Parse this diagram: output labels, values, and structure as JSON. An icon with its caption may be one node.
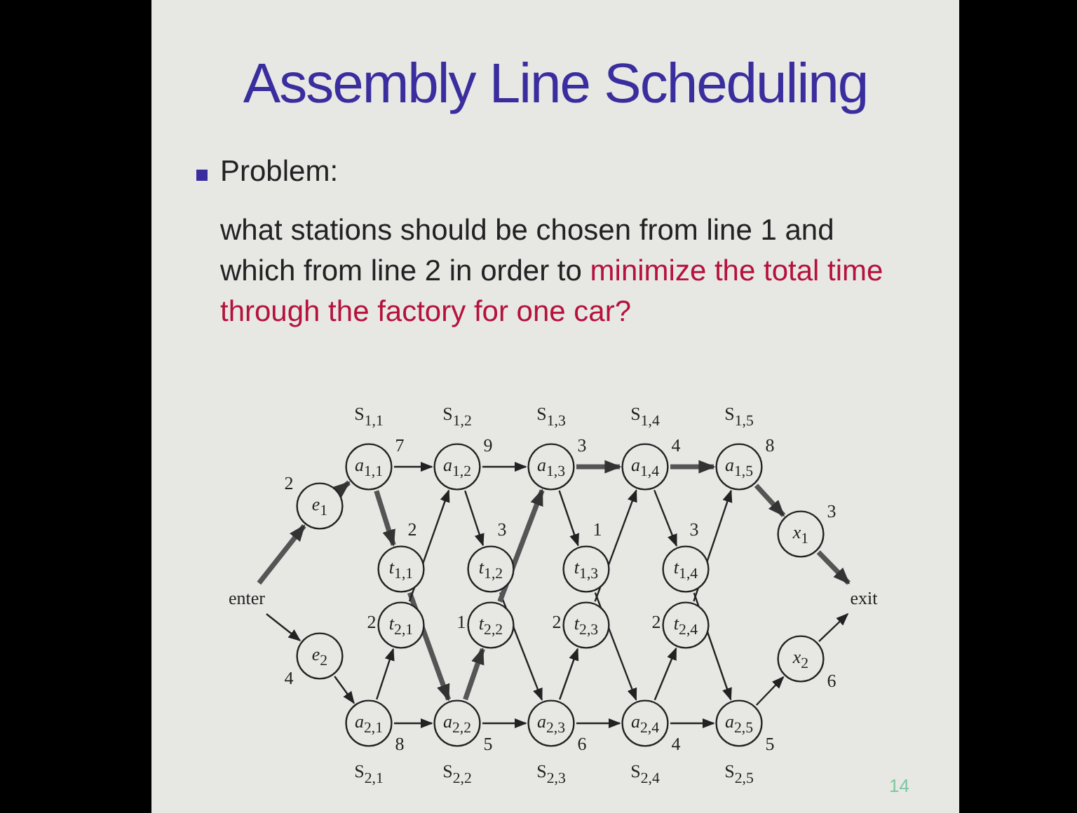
{
  "diagram": {
    "title": "Assembly Line Scheduling",
    "nodes": [
      {
        "text": [
          "enter"
        ]
      },
      {
        "text": [
          "*e*$_{1}$"
        ],
        "beside": [
          "2"
        ]
      },
      {
        "text": [
          "*e*$_{2}$"
        ],
        "beside": [
          "4"
        ]
      },
      {
        "text": [
          "*a*$_{1,1}$"
        ],
        "beside": [
          "S$_{1,1}$",
          "7"
        ]
      },
      {
        "text": [
          "*a*$_{2,1}$"
        ],
        "beside": [
          "S$_{2,1}$",
          "8"
        ]
      },
      {
        "text": [
          "*t*$_{1,1}$"
        ],
        "beside": [
          "2"
        ]
      },
      {
        "text": [
          "*t*$_{2,1}$"
        ],
        "beside": [
          "2"
        ]
      },
      {
        "text": [
          "*a*$_{1,2}$"
        ],
        "beside": [
          "S$_{1,2}$",
          "9"
        ]
      },
      {
        "text": [
          "*a*$_{2,2}$"
        ],
        "beside": [
          "S$_{2,2}$",
          "5"
        ]
      },
      {
        "text": [
          "*t*$_{1,2}$"
        ],
        "beside": [
          "3"
        ]
      },
      {
        "text": [
          "*t*$_{2,2}$"
        ],
        "beside": [
          "1"
        ]
      },
      {
        "text": [
          "*a*$_{1,3}$"
        ],
        "beside": [
          "S$_{1,3}$",
          "3"
        ]
      },
      {
        "text": [
          "*a*$_{2,3}$"
        ],
        "beside": [
          "S$_{2,3}$",
          "6"
        ]
      },
      {
        "text": [
          "*t*$_{1,3}$"
        ],
        "beside": [
          "1"
        ]
      },
      {
        "text": [
          "*t*$_{2,3}$"
        ],
        "beside": [
          "2"
        ]
      },
      {
        "text": [
          "*a*$_{1,4}$"
        ],
        "beside": [
          "S$_{1,4}$",
          "4"
        ]
      },
      {
        "text": [
          "*a*$_{2,4}$"
        ],
        "beside": [
          "S$_{2,4}$",
          "4"
        ]
      },
      {
        "text": [
          "*t*$_{1,4}$"
        ],
        "beside": [
          "3"
        ]
      },
      {
        "text": [
          "*t*$_{2,4}$"
        ],
        "beside": [
          "2"
        ]
      },
      {
        "text": [
          "*a*$_{1,5}$"
        ],
        "beside": [
          "S$_{1,5}$",
          "8"
        ]
      },
      {
        "text": [
          "*a*$_{2,5}$"
        ],
        "beside": [
          "S$_{2,5}$",
          "5"
        ]
      },
      {
        "text": [
          "*x*$_{1}$"
        ],
        "beside": [
          "3"
        ]
      },
      {
        "text": [
          "*x*$_{2}$"
        ],
        "beside": [
          "6"
        ]
      },
      {
        "text": [
          "exit"
        ]
      }
    ],
    "edges": [
      {
        "from": 0,
        "to": 1,
        "arrow": "to",
        "style": "thick"
      },
      {
        "from": 0,
        "to": 2,
        "arrow": "to"
      },
      {
        "from": 1,
        "to": 3,
        "arrow": "to",
        "style": "thick"
      },
      {
        "from": 2,
        "to": 4,
        "arrow": "to"
      },
      {
        "from": 3,
        "to": 7,
        "arrow": "to"
      },
      {
        "from": 3,
        "to": 5,
        "arrow": "to",
        "style": "thick"
      },
      {
        "from": 5,
        "to": 8,
        "arrow": "to",
        "style": "thick"
      },
      {
        "from": 4,
        "to": 6,
        "arrow": "to"
      },
      {
        "from": 6,
        "to": 7,
        "arrow": "to"
      },
      {
        "from": 4,
        "to": 8,
        "arrow": "to"
      },
      {
        "from": 7,
        "to": 11,
        "arrow": "to"
      },
      {
        "from": 7,
        "to": 9,
        "arrow": "to"
      },
      {
        "from": 9,
        "to": 12,
        "arrow": "to"
      },
      {
        "from": 8,
        "to": 10,
        "arrow": "to",
        "style": "thick"
      },
      {
        "from": 10,
        "to": 11,
        "arrow": "to",
        "style": "thick"
      },
      {
        "from": 8,
        "to": 12,
        "arrow": "to"
      },
      {
        "from": 11,
        "to": 15,
        "arrow": "to",
        "style": "thick"
      },
      {
        "from": 11,
        "to": 13,
        "arrow": "to"
      },
      {
        "from": 13,
        "to": 16,
        "arrow": "to"
      },
      {
        "from": 12,
        "to": 14,
        "arrow": "to"
      },
      {
        "from": 14,
        "to": 15,
        "arrow": "to"
      },
      {
        "from": 12,
        "to": 16,
        "arrow": "to"
      },
      {
        "from": 15,
        "to": 19,
        "arrow": "to",
        "style": "thick"
      },
      {
        "from": 15,
        "to": 17,
        "arrow": "to"
      },
      {
        "from": 17,
        "to": 20,
        "arrow": "to"
      },
      {
        "from": 16,
        "to": 18,
        "arrow": "to"
      },
      {
        "from": 18,
        "to": 19,
        "arrow": "to"
      },
      {
        "from": 16,
        "to": 20,
        "arrow": "to"
      },
      {
        "from": 19,
        "to": 21,
        "arrow": "to",
        "style": "thick"
      },
      {
        "from": 21,
        "to": 23,
        "arrow": "to",
        "style": "thick"
      },
      {
        "from": 20,
        "to": 22,
        "arrow": "to"
      },
      {
        "from": 22,
        "to": 23,
        "arrow": "to"
      }
    ],
    "labels": [
      "Problem:",
      "what stations should be chosen from line 1 and which from line 2 in order to",
      "minimize the total time through the factory for one car?",
      "14"
    ]
  }
}
